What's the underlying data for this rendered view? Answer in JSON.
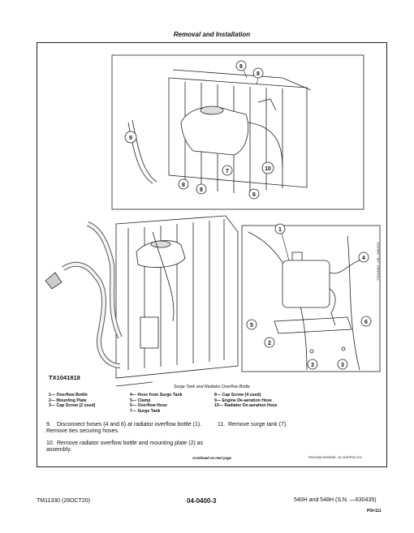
{
  "header": {
    "title": "Removal and Installation"
  },
  "figure": {
    "label": "TX1041818",
    "caption": "Surge Tank and Radiator Overflow Bottle",
    "callouts": [
      "1",
      "2",
      "3",
      "4",
      "5",
      "6",
      "7",
      "8",
      "9",
      "10"
    ],
    "code": "TX1041818 —UN—18AUG10"
  },
  "legend": {
    "col1": [
      "1— Overflow Bottle",
      "2— Mounting Plate",
      "3— Cap Screw (2 used)"
    ],
    "col2": [
      "4— Hose from Surge Tank",
      "5— Clamp",
      "6— Overflow Hose",
      "7— Surge Tank"
    ],
    "col3": [
      "8— Cap Screw (4 used)",
      "9— Engine De-aeration Hose",
      "10— Radiator De-aeration Hose"
    ]
  },
  "steps": [
    {
      "num": "9.",
      "text": "Disconnect hoses (4 and 6) at radiator overflow bottle (1). Remove ties securing hoses."
    },
    {
      "num": "10.",
      "text": "Remove radiator overflow bottle and mounting plate (2) as assembly."
    },
    {
      "num": "11.",
      "text": "Remove surge tank (7)."
    }
  ],
  "continued": "Continued on next page",
  "pm_ref": "PM10405,0000DDE -19-21SEP09-2/11",
  "footer": {
    "left": "TM11330 (26OCT20)",
    "center": "04-0400-3",
    "right": "540H and 548H (S.N. —630435)",
    "right_sub": "PN=111"
  }
}
